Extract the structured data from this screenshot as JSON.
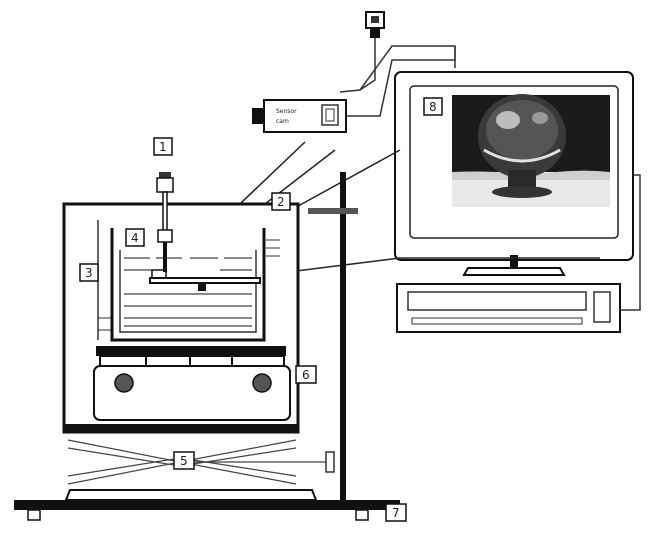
{
  "labels": {
    "n1": "1",
    "n2": "2",
    "n3": "3",
    "n4": "4",
    "n5": "5",
    "n6": "6",
    "n7": "7",
    "n8": "8"
  },
  "camera": {
    "line1": "Sensor",
    "line2": "cam"
  },
  "icons": {
    "camera": "video-camera-icon",
    "power": "power-plug-icon",
    "monitor": "computer-monitor-icon",
    "keyboard": "keyboard-icon",
    "syringe": "syringe-icon"
  }
}
